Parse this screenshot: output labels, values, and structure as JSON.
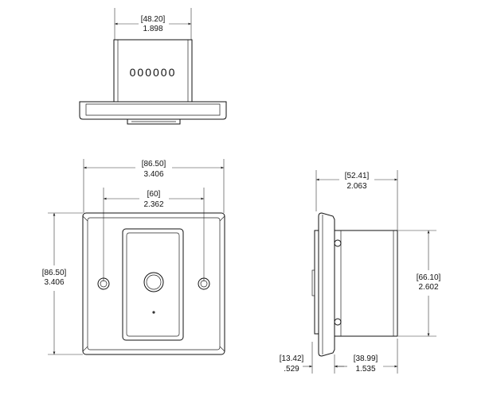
{
  "top_view": {
    "width_mm": "[48.20]",
    "width_in": "1.898",
    "pins_label": "000000"
  },
  "front_view": {
    "width_mm": "[86.50]",
    "width_in": "3.406",
    "hole_spacing_mm": "[60]",
    "hole_spacing_in": "2.362",
    "height_mm": "[86.50]",
    "height_in": "3.406"
  },
  "side_view": {
    "depth_mm": "[52.41]",
    "depth_in": "2.063",
    "body_height_mm": "[66.10]",
    "body_height_in": "2.602",
    "plate_depth_mm": "[13.42]",
    "plate_depth_in": ".529",
    "body_depth_mm": "[38.99]",
    "body_depth_in": "1.535"
  }
}
